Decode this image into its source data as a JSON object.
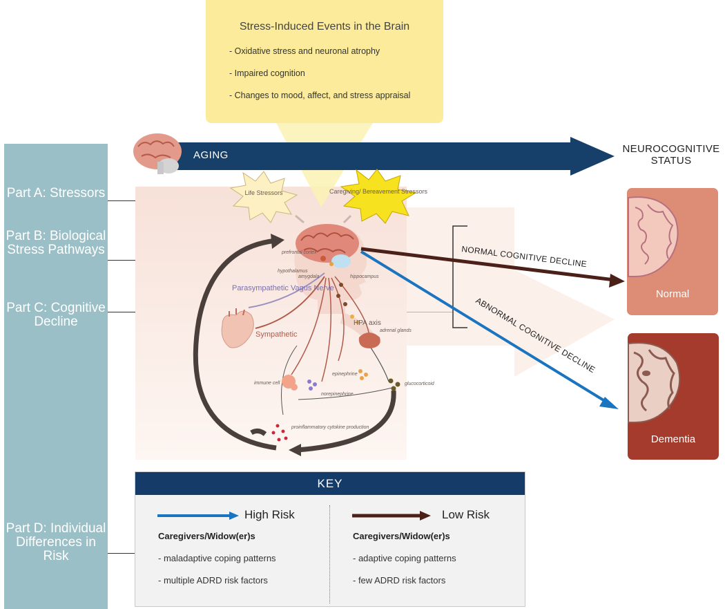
{
  "brain_events": {
    "title": "Stress-Induced Events in the Brain",
    "items": [
      "-   Oxidative stress and neuronal atrophy",
      "-   Impaired cognition",
      "-   Changes to mood, affect, and stress appraisal"
    ]
  },
  "timeline": {
    "aging_label": "AGING",
    "status_label": "NEUROCOGNITIVE STATUS"
  },
  "parts": [
    {
      "label": "Part A: Stressors"
    },
    {
      "label": "Part B: Biological Stress Pathways"
    },
    {
      "label": "Part C: Cognitive Decline"
    },
    {
      "label": "Part D: Individual Differences in Risk"
    }
  ],
  "stressors": {
    "life": "Life Stressors",
    "caregiving": "Caregiving/ Bereavement Stressors"
  },
  "pathway_labels": {
    "prefrontal": "prefrontal cortex",
    "hypothalamus": "hypothalamus",
    "amygdala": "amygdala",
    "hippocampus": "hippocampus",
    "parasympathetic": "Parasympathetic Vagus Nerve",
    "sympathetic": "Sympathetic",
    "hpa": "HPA axis",
    "adrenal": "adrenal glands",
    "immune": "immune cell",
    "epinephrine": "epinephrine",
    "norepinephrine": "norepinephrine",
    "glucocorticoid": "glucocorticoid",
    "cytokine": "proinflammatory cytokine production"
  },
  "trajectories": {
    "normal": "NORMAL COGNITIVE DECLINE",
    "abnormal": "ABNORMAL COGNITIVE DECLINE"
  },
  "outcomes": {
    "normal": "Normal",
    "dementia": "Dementia"
  },
  "key": {
    "title": "KEY",
    "high": {
      "label": "High Risk",
      "group": "Caregivers/Widow(er)s",
      "items": [
        "- maladaptive coping patterns",
        "- multiple ADRD risk factors"
      ]
    },
    "low": {
      "label": "Low Risk",
      "group": "Caregivers/Widow(er)s",
      "items": [
        "- adaptive coping patterns",
        "- few ADRD risk factors"
      ]
    }
  },
  "colors": {
    "aging_arrow": "#163f6a",
    "high_risk": "#1b74c0",
    "low_risk": "#4a2019",
    "sidebar": "#9bbfc6",
    "events_box": "#fbeb9b",
    "normal_card": "#dd8d76",
    "dementia_card": "#a43b2c"
  }
}
